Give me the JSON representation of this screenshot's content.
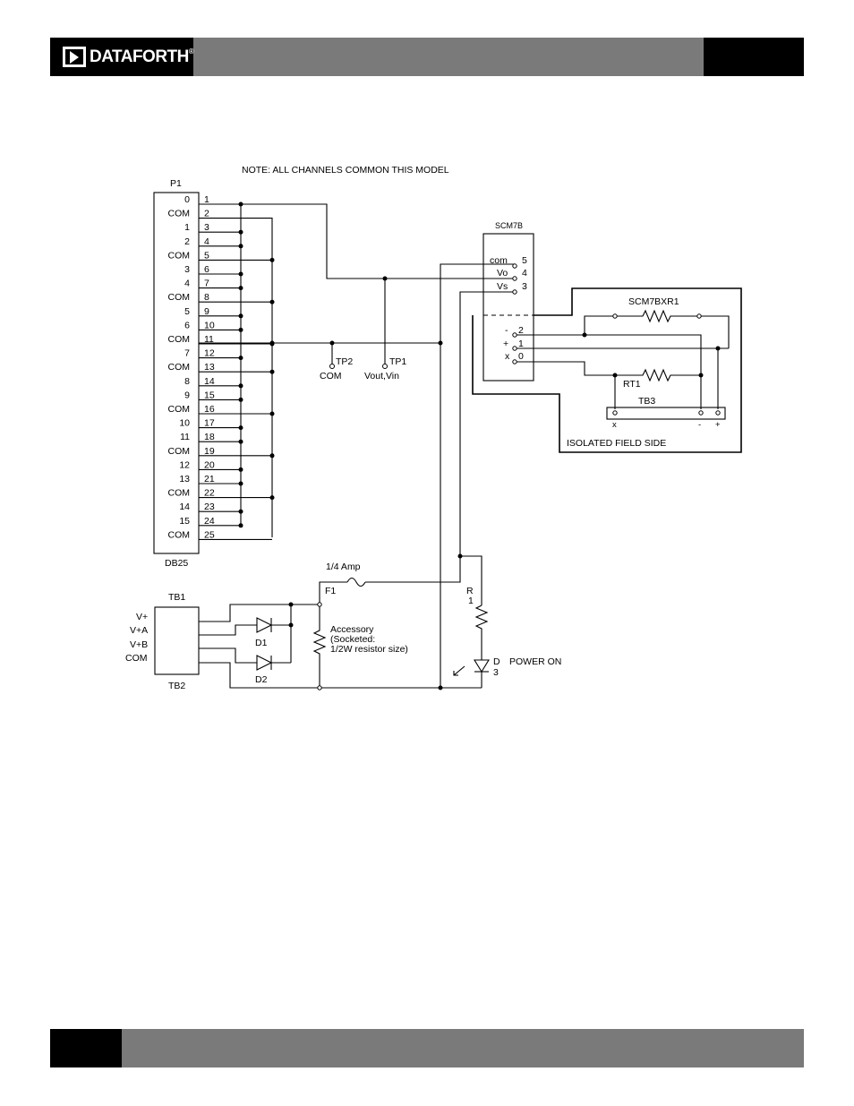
{
  "header": {
    "brand": "DATAFORTH",
    "brand_mark": "®"
  },
  "diagram": {
    "note": "NOTE: ALL CHANNELS COMMON THIS MODEL",
    "connector": {
      "name": "P1",
      "type": "DB25"
    },
    "channels": [
      "0",
      "COM",
      "1",
      "2",
      "COM",
      "3",
      "4",
      "COM",
      "5",
      "6",
      "COM",
      "7",
      "COM",
      "8",
      "9",
      "COM",
      "10",
      "11",
      "COM",
      "12",
      "13",
      "COM",
      "14",
      "15",
      "COM"
    ],
    "pins": [
      "1",
      "2",
      "3",
      "4",
      "5",
      "6",
      "7",
      "8",
      "9",
      "10",
      "11",
      "12",
      "13",
      "14",
      "15",
      "16",
      "17",
      "18",
      "19",
      "20",
      "21",
      "22",
      "23",
      "24",
      "25"
    ],
    "test_points": {
      "tp2": {
        "label": "TP2",
        "sub": "COM"
      },
      "tp1": {
        "label": "TP1",
        "sub": "Vout,Vin"
      }
    },
    "module": {
      "name": "SCM7B",
      "pins_out": [
        {
          "name": "com",
          "num": "5"
        },
        {
          "name": "Vo",
          "num": "4"
        },
        {
          "name": "Vs",
          "num": "3"
        }
      ],
      "pins_in": [
        {
          "name": "-",
          "num": "2"
        },
        {
          "name": "+",
          "num": "1"
        },
        {
          "name": "x",
          "num": "0"
        }
      ]
    },
    "field": {
      "resistor": "SCM7BXR1",
      "rtd": "RT1",
      "terminal": "TB3",
      "terminal_pins": [
        "x",
        "-",
        "+"
      ],
      "label": "ISOLATED FIELD SIDE"
    },
    "power": {
      "tb1": "TB1",
      "tb2": "TB2",
      "inputs": [
        "V+",
        "V+A",
        "V+B",
        "COM"
      ],
      "d1": "D1",
      "d2": "D2",
      "fuse": "F1",
      "fuse_rating": "1/4 Amp",
      "accessory": [
        "Accessory",
        "(Socketed:",
        "1/2W resistor size)"
      ],
      "r1": [
        "R",
        "1"
      ],
      "d3": [
        "D",
        "3"
      ],
      "led_label": "POWER ON"
    }
  }
}
